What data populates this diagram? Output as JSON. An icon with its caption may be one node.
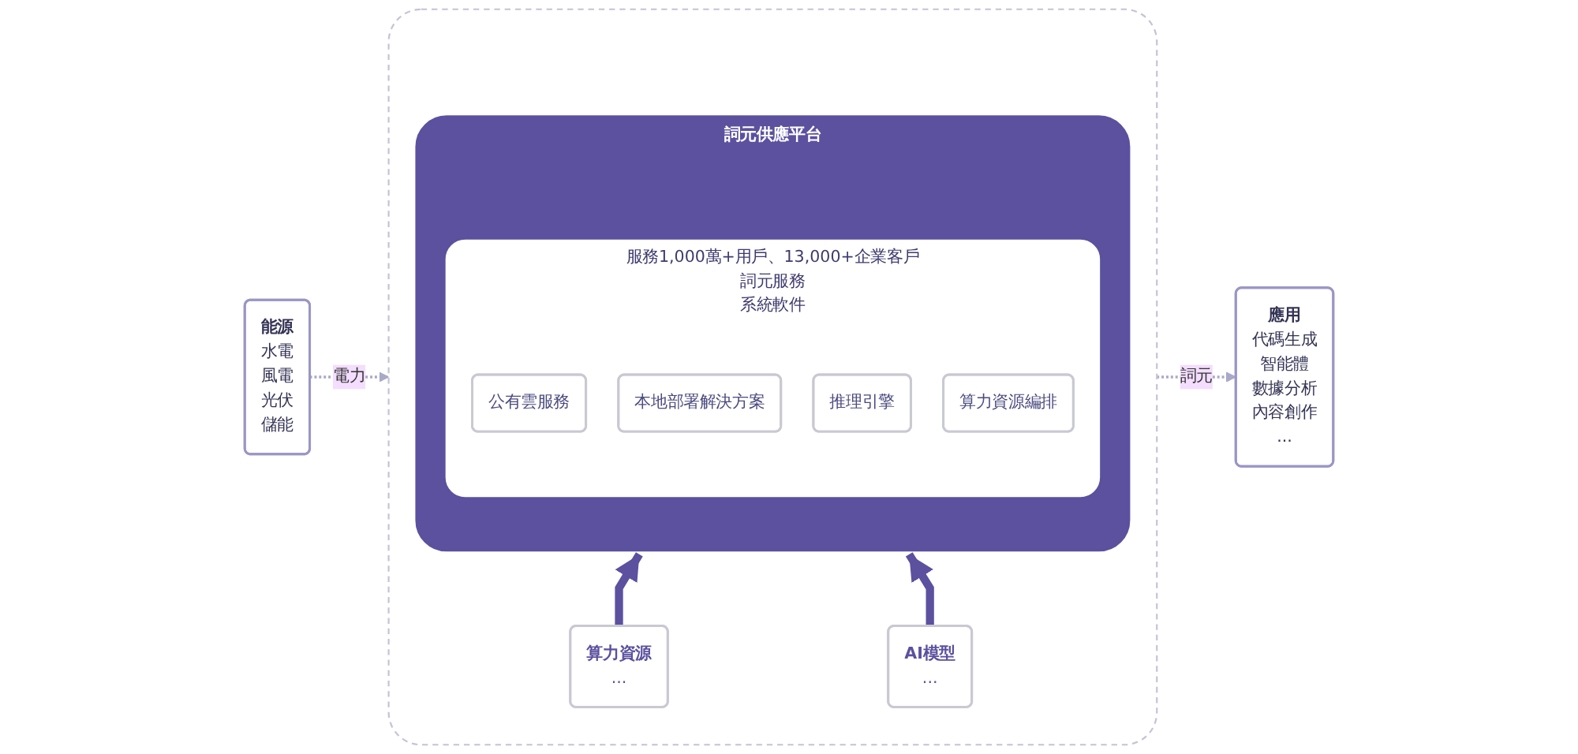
{
  "diagram": {
    "nodes": [
      {
        "text": [
          "能源",
          "水電",
          "風電",
          "光伏",
          "儲能"
        ]
      },
      {
        "text": [],
        "shape": "box"
      },
      {
        "text": [
          "詞元供應平台"
        ],
        "in": 1
      },
      {
        "text": [
          "服務1,000萬+用戶、13,000+企業客戶",
          "詞元服務",
          "系統軟件"
        ],
        "in": 2
      },
      {
        "text": [
          "公有雲服務"
        ],
        "in": 3
      },
      {
        "text": [
          "本地部署解決方案"
        ],
        "in": 3
      },
      {
        "text": [
          "推理引擎"
        ],
        "in": 3
      },
      {
        "text": [
          "算力資源編排"
        ],
        "in": 3
      },
      {
        "text": [
          "算力資源",
          "..."
        ],
        "in": 1
      },
      {
        "text": [
          "AI模型",
          "..."
        ],
        "in": 1
      },
      {
        "text": [
          "應用",
          "代碼生成",
          "智能體",
          "數據分析",
          "內容創作",
          "..."
        ]
      }
    ],
    "edges": [
      {
        "from": 0,
        "to": 1,
        "arrow": "to",
        "label": "電力",
        "style": "dashed"
      },
      {
        "from": 8,
        "to": 2,
        "arrow": "to",
        "style": "thick",
        "color": "#5b519f"
      },
      {
        "from": 9,
        "to": 2,
        "arrow": "to",
        "style": "thick",
        "color": "#5b519f"
      },
      {
        "from": 1,
        "to": 10,
        "arrow": "to",
        "label": "詞元",
        "style": "dashed"
      }
    ]
  }
}
